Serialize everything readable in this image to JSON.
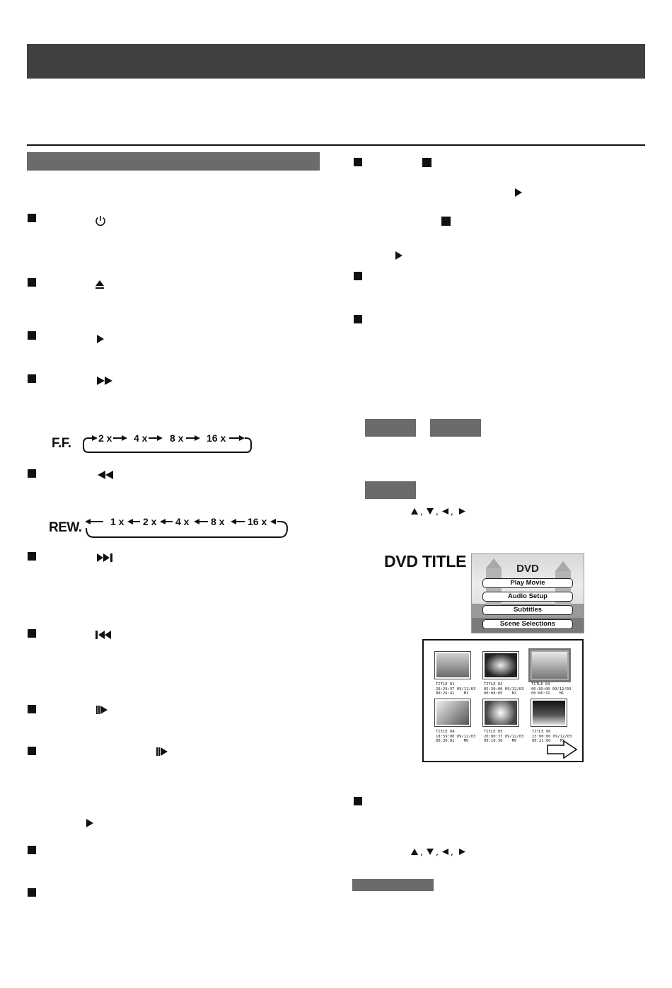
{
  "icons": {
    "power": "power-icon",
    "eject": "eject-icon",
    "play": "play-icon",
    "fast_forward": "fast-forward-icon",
    "rewind": "rewind-icon",
    "next": "skip-next-icon",
    "previous": "skip-previous-icon",
    "slow": "slow-icon",
    "stop": "stop-icon",
    "arrows": "arrow-keys-icon"
  },
  "ff_sequence": {
    "label": "F.F.",
    "steps": [
      "2 x",
      "4 x",
      "8 x",
      "16 x"
    ]
  },
  "rew_sequence": {
    "label": "REW.",
    "steps": [
      "1 x",
      "2 x",
      "4 x",
      "8 x",
      "16 x"
    ]
  },
  "dvd_title": {
    "heading": "DVD TITLE",
    "menu_logo": "DVD",
    "menu_items": [
      "Play Movie",
      "Audio Setup",
      "Subtitles",
      "Scene Selections"
    ]
  },
  "title_thumbnails": [
    {
      "title": "TITLE 01",
      "line2": "26:29:37 09/11/03",
      "line3": "00:26:41    M1"
    },
    {
      "title": "TITLE 02",
      "line2": "05:30:00 09/12/03",
      "line3": "00:08:05    M2"
    },
    {
      "title": "TITLE 03",
      "line2": "06:30:00 09/12/03",
      "line3": "00:06:32    M1"
    },
    {
      "title": "TITLE 04",
      "line2": "18:59:00 09/12/03",
      "line3": "00:30:02    M0"
    },
    {
      "title": "TITLE 05",
      "line2": "20:00:37 09/12/03",
      "line3": "00:10:30    M6"
    },
    {
      "title": "TITLE 06",
      "line2": "23:00:00 09/12/03",
      "line3": "00:21:00    M2"
    }
  ],
  "colors": {
    "header_bar": "#404040",
    "section_bar": "#6b6b6b"
  }
}
